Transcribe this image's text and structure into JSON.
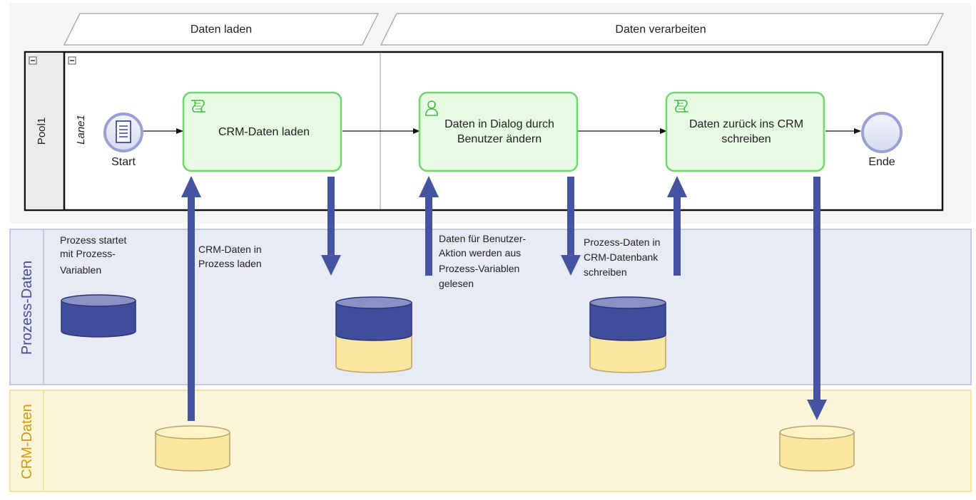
{
  "phases": [
    {
      "label": "Daten laden"
    },
    {
      "label": "Daten verarbeiten"
    }
  ],
  "pool": {
    "label": "Pool1"
  },
  "lane": {
    "label": "Lane1"
  },
  "events": {
    "start": {
      "label": "Start"
    },
    "end": {
      "label": "Ende"
    }
  },
  "tasks": [
    {
      "label_lines": [
        "CRM-Daten laden"
      ],
      "kind": "script"
    },
    {
      "label_lines": [
        "Daten in Dialog durch",
        "Benutzer ändern"
      ],
      "kind": "user"
    },
    {
      "label_lines": [
        "Daten zurück ins CRM",
        "schreiben"
      ],
      "kind": "script"
    }
  ],
  "bands": {
    "process": {
      "label": "Prozess-Daten"
    },
    "crm": {
      "label": "CRM-Daten"
    }
  },
  "annotations": [
    {
      "lines": [
        "Prozess startet",
        "mit Prozess-",
        "Variablen"
      ]
    },
    {
      "lines": [
        "CRM-Daten in",
        "Prozess laden"
      ]
    },
    {
      "lines": [
        "Daten für Benutzer-",
        "Aktion werden aus",
        "Prozess-Variablen",
        "gelesen"
      ]
    },
    {
      "lines": [
        "Prozess-Daten in",
        "CRM-Datenbank",
        "schreiben"
      ]
    }
  ],
  "colors": {
    "task_fill": "#e6fbe2",
    "task_border": "#6fd86a",
    "task_icon": "#3cc23a",
    "process_band": "#e8eaf6",
    "process_band_border": "#c3c8e6",
    "crm_band": "#fdf5da",
    "crm_band_border": "#f4e3a6",
    "db_blue": "#404d9c",
    "db_blue_top": "#8a92c6",
    "db_yellow": "#fde7a0",
    "db_yellow_top": "#fff3c8",
    "db_stroke": "#b7a46a",
    "arrow": "#4454a0",
    "band_text_process": "#414e9b",
    "band_text_crm": "#d09a10"
  }
}
